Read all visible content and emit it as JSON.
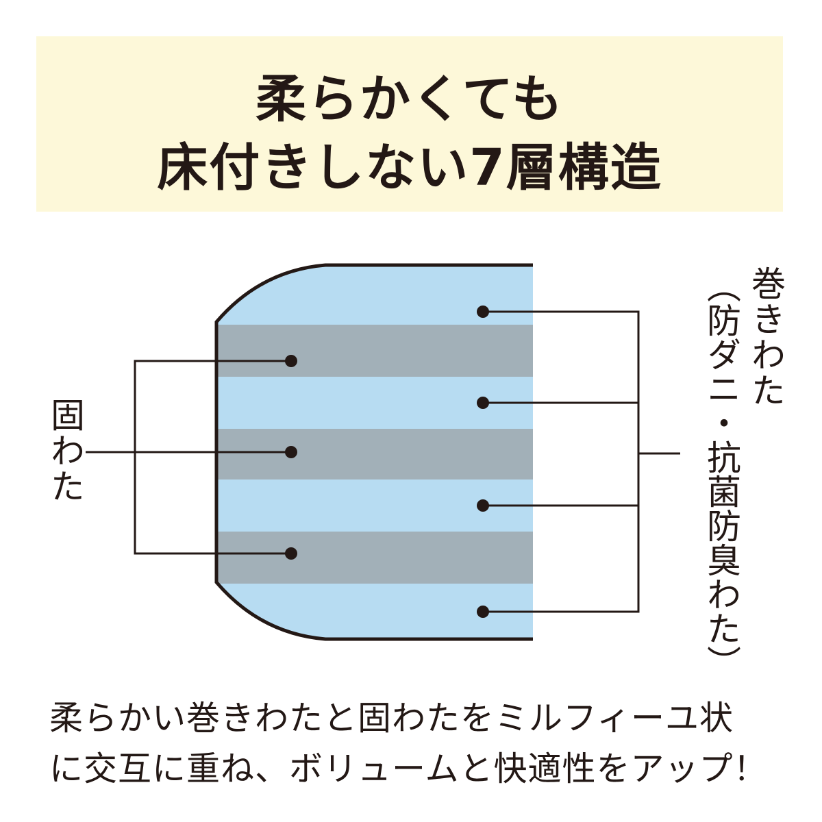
{
  "title": {
    "line1": "柔らかくても",
    "line2": "床付きしない7層構造"
  },
  "diagram": {
    "layers": [
      "blue",
      "gray",
      "blue",
      "gray",
      "blue",
      "gray",
      "blue"
    ],
    "colors": {
      "blue": "#b7dcf2",
      "gray": "#a2b0b8",
      "outline": "#231815"
    },
    "label_left": "固わた",
    "label_right_main": "巻きわた",
    "label_right_sub": "（防ダニ・抗菌防臭わた）"
  },
  "caption": {
    "line1": "柔らかい巻きわたと固わたをミルフィーユ状",
    "line2": "に交互に重ね、ボリュームと快適性をアップ！"
  }
}
